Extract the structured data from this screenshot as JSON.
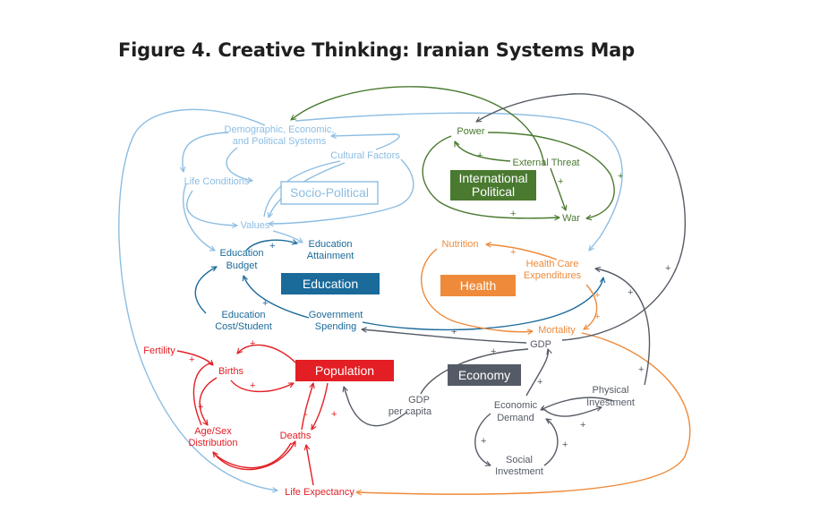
{
  "figure": {
    "title": "Figure 4. Creative Thinking: Iranian Systems Map"
  },
  "colors": {
    "socio": "#8cbde2",
    "political": "#4a7a30",
    "education": "#1a6a9a",
    "health": "#ee8a3a",
    "population": "#e31e24",
    "economy": "#555b66"
  },
  "categories": {
    "socio": "Socio-Political",
    "political_line1": "International",
    "political_line2": "Political",
    "education": "Education",
    "health": "Health",
    "population": "Population",
    "economy": "Economy"
  },
  "nodes": {
    "demographic_1": "Demographic, Economic,",
    "demographic_2": "and Political Systems",
    "cultural": "Cultural Factors",
    "life_conditions": "Life Conditions",
    "values": "Values",
    "power": "Power",
    "external_threat": "External Threat",
    "war": "War",
    "edu_budget_1": "Education",
    "edu_budget_2": "Budget",
    "edu_attain_1": "Education",
    "edu_attain_2": "Attainment",
    "edu_cost_1": "Education",
    "edu_cost_2": "Cost/Student",
    "gov_spend_1": "Government",
    "gov_spend_2": "Spending",
    "nutrition": "Nutrition",
    "hce_1": "Health Care",
    "hce_2": "Expenditures",
    "mortality": "Mortality",
    "gdp": "GDP",
    "gdp_pc_1": "GDP",
    "gdp_pc_2": "per capita",
    "econ_demand_1": "Economic",
    "econ_demand_2": "Demand",
    "phys_inv_1": "Physical",
    "phys_inv_2": "Investment",
    "social_inv_1": "Social",
    "social_inv_2": "Investment",
    "fertility": "Fertility",
    "births": "Births",
    "age_sex_1": "Age/Sex",
    "age_sex_2": "Distribution",
    "deaths": "Deaths",
    "life_exp": "Life Expectancy"
  },
  "polarity": {
    "plus": "+",
    "minus": "-"
  }
}
